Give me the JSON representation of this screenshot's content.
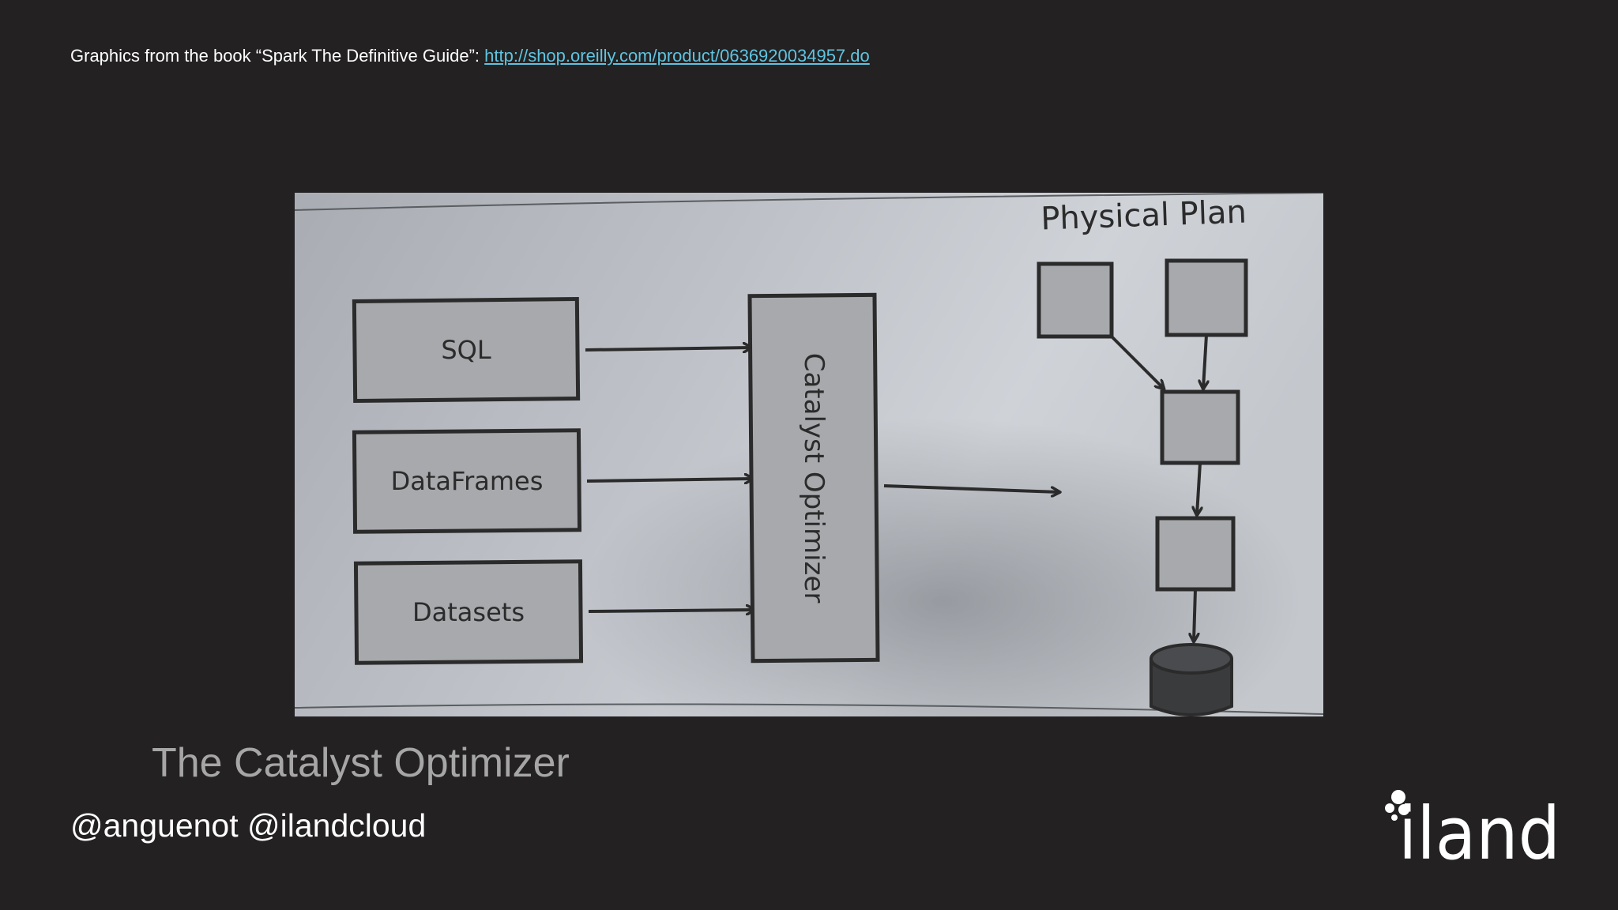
{
  "caption": {
    "prefix": "Graphics from the book “Spark The Definitive Guide”: ",
    "link": "http://shop.oreilly.com/product/0636920034957.do"
  },
  "diagram": {
    "inputs": [
      "SQL",
      "DataFrames",
      "Datasets"
    ],
    "optimizer": "Catalyst Optimizer",
    "output_title": "Physical Plan"
  },
  "slide": {
    "title": "The Catalyst Optimizer",
    "handles": "@anguenot @ilandcloud",
    "logo_text": "iland"
  },
  "colors": {
    "background": "#232122",
    "link": "#5fc4e0",
    "title": "#a6a6a6",
    "paper": "#c9cdd3",
    "box_fill": "#a7a9ac",
    "ink": "#2b2b2b"
  }
}
